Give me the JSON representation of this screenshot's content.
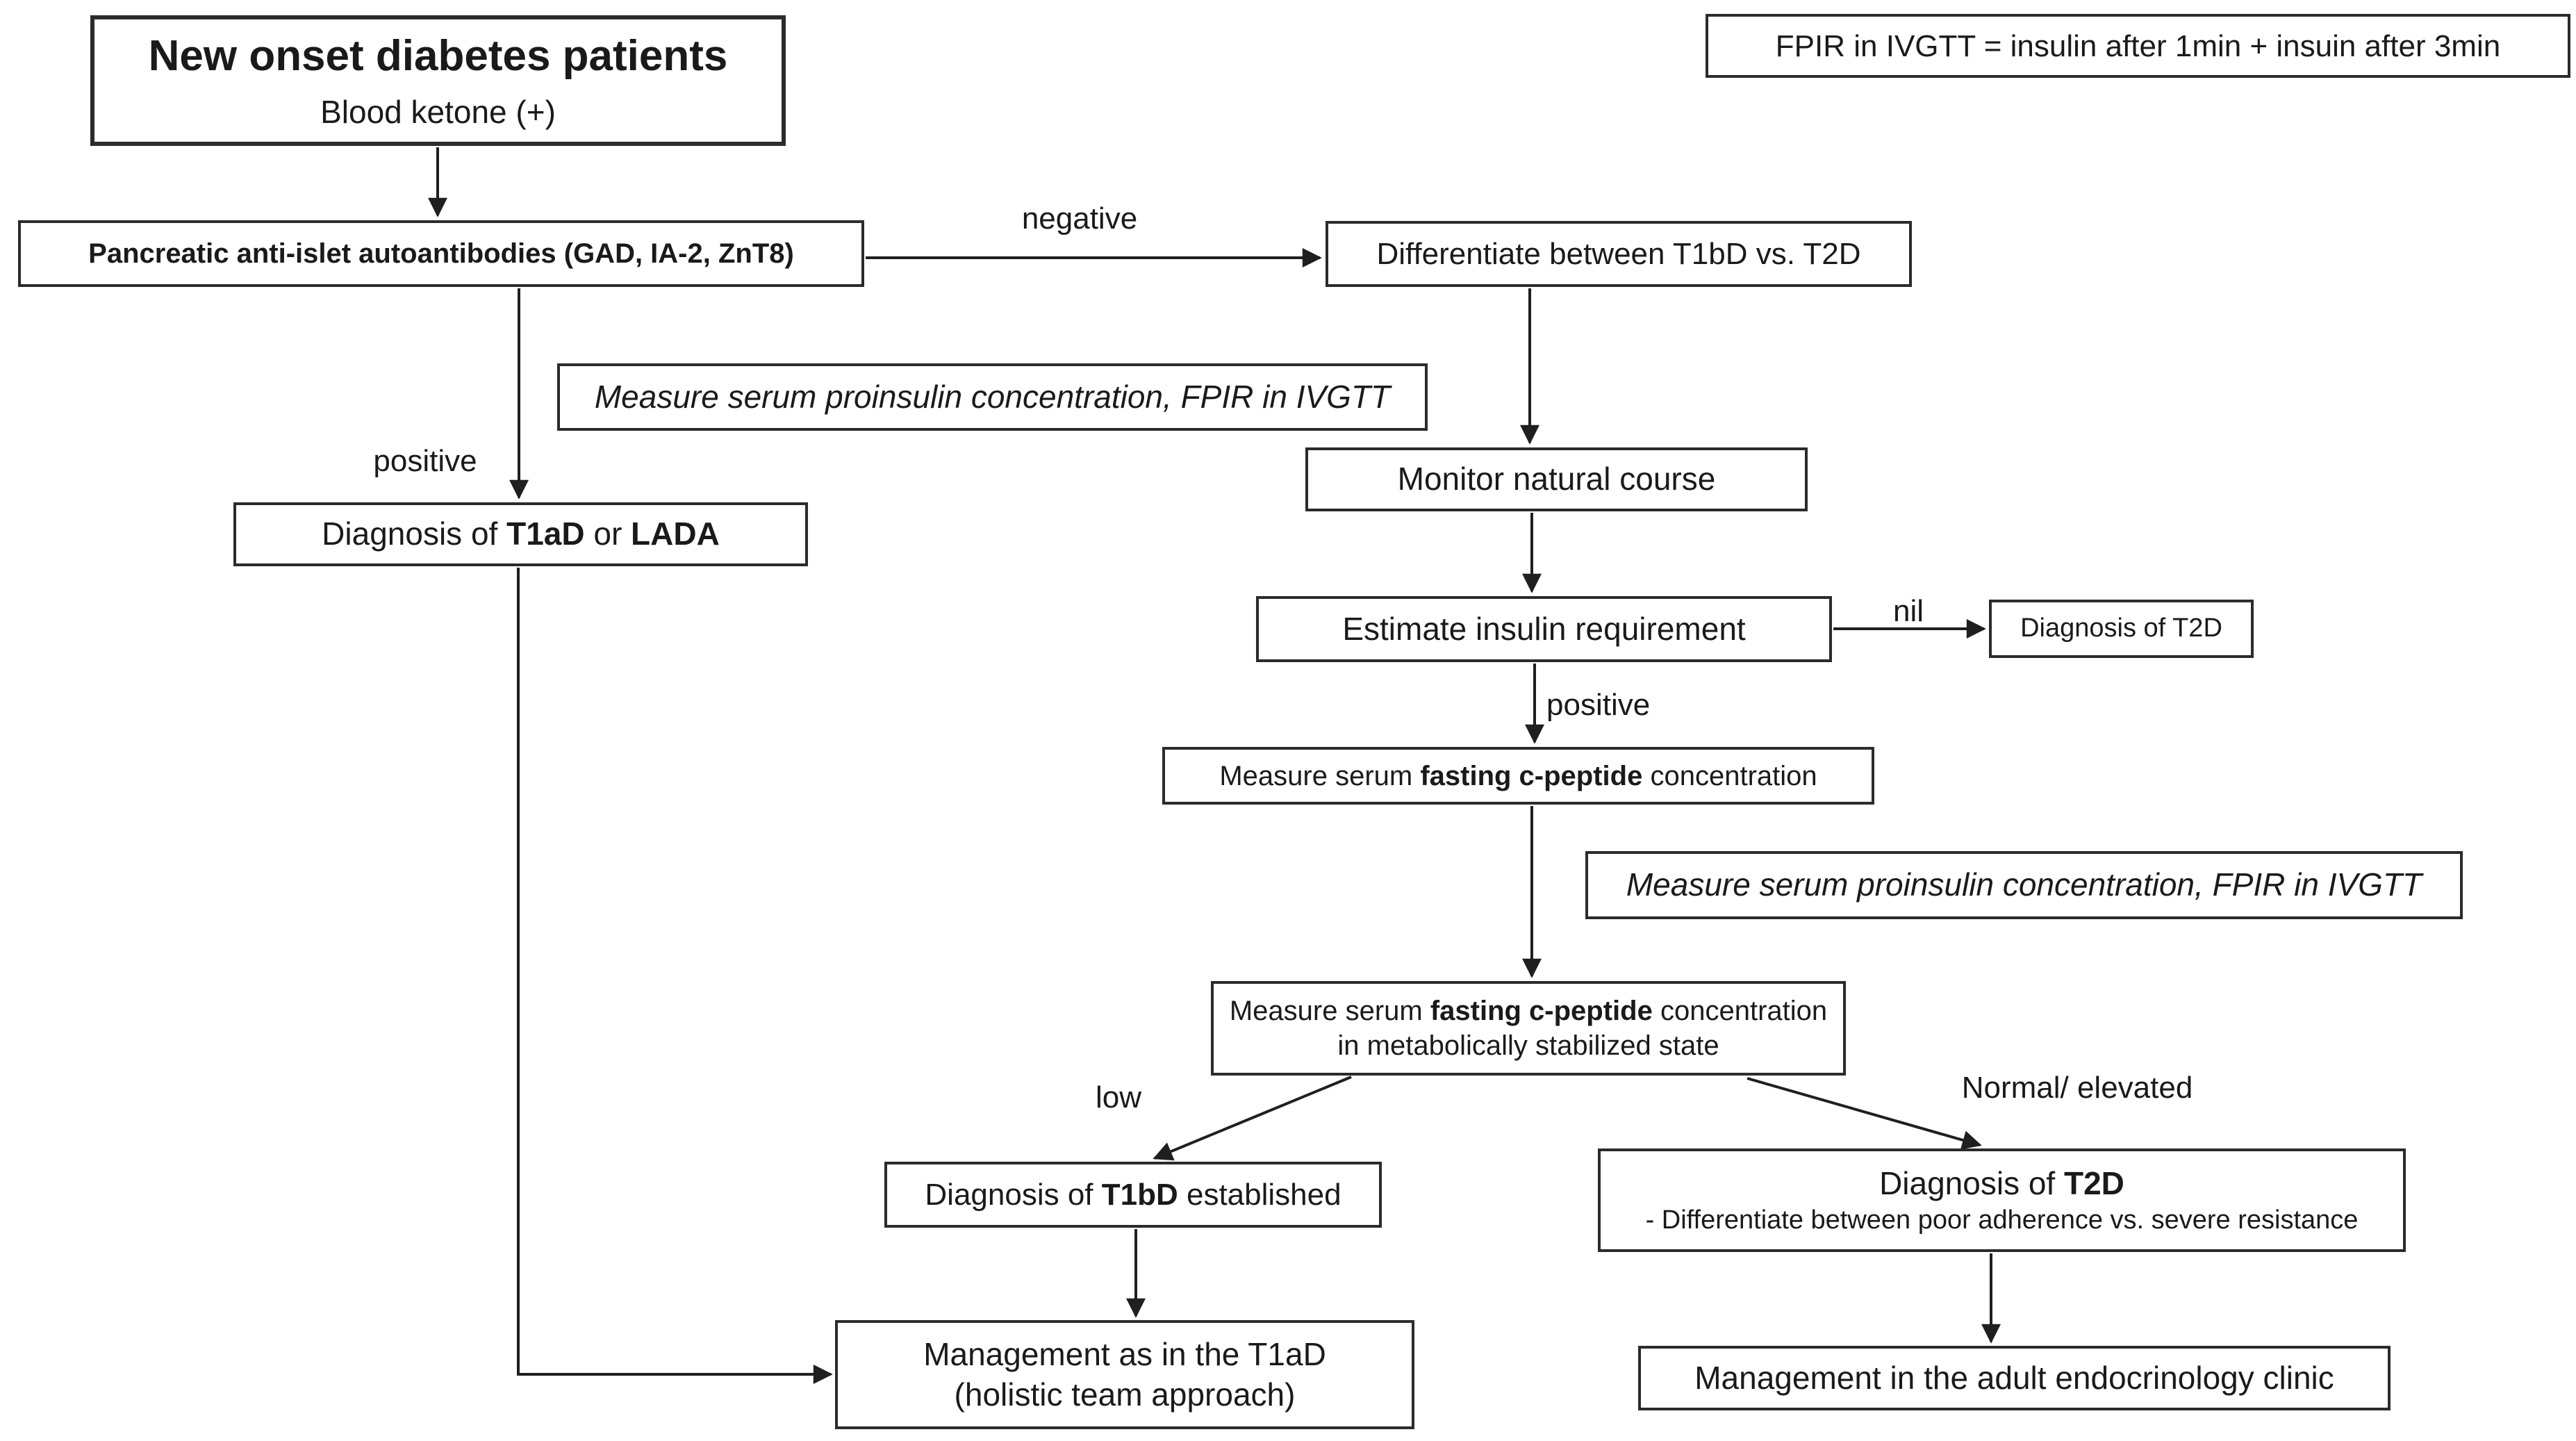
{
  "note_box": {
    "text": "FPIR in IVGTT = insulin after 1min + insuin after 3min"
  },
  "nodes": {
    "start": {
      "title": "New onset diabetes patients",
      "subtitle": "Blood ketone (+)"
    },
    "autoantibodies": {
      "text": "Pancreatic anti-islet autoantibodies (GAD, IA-2, ZnT8)"
    },
    "differentiate": {
      "text": "Differentiate between T1bD vs. T2D"
    },
    "proinsulin_note_top": {
      "text": "Measure serum proinsulin concentration, FPIR in IVGTT"
    },
    "diagnosis_t1ad_lada": {
      "p1": "Diagnosis of ",
      "b1": "T1aD",
      "p2": " or ",
      "b2": "LADA"
    },
    "monitor": {
      "text": "Monitor natural course"
    },
    "estimate": {
      "text": "Estimate insulin requirement"
    },
    "diagnosis_t2d_small": {
      "text": "Diagnosis of T2D"
    },
    "fasting_cpeptide": {
      "p1": "Measure serum ",
      "b1": "fasting c-peptide",
      "p2": " concentration"
    },
    "proinsulin_note_bottom": {
      "text": "Measure serum proinsulin concentration, FPIR in IVGTT"
    },
    "stabilized": {
      "p1": "Measure serum ",
      "b1": "fasting c-peptide",
      "p2": " concentration",
      "line2": "in metabolically stabilized state"
    },
    "diagnosis_t1bd": {
      "p1": "Diagnosis of ",
      "b1": "T1bD",
      "p2": " established"
    },
    "diagnosis_t2d_large": {
      "p1": "Diagnosis of ",
      "b1": "T2D",
      "line2": "- Differentiate between poor adherence vs. severe resistance"
    },
    "management_t1ad": {
      "line1": "Management as in the T1aD",
      "line2": "(holistic team approach)"
    },
    "management_clinic": {
      "text": "Management in the adult endocrinology clinic"
    }
  },
  "edge_labels": {
    "negative": "negative",
    "positive_autoantibodies": "positive",
    "nil": "nil",
    "positive_insulin": "positive",
    "low": "low",
    "normal_elevated": "Normal/ elevated"
  },
  "colors": {
    "line": "#1f1f1f",
    "border": "#2b2b2b",
    "text": "#1a1a1a",
    "background": "#ffffff"
  }
}
